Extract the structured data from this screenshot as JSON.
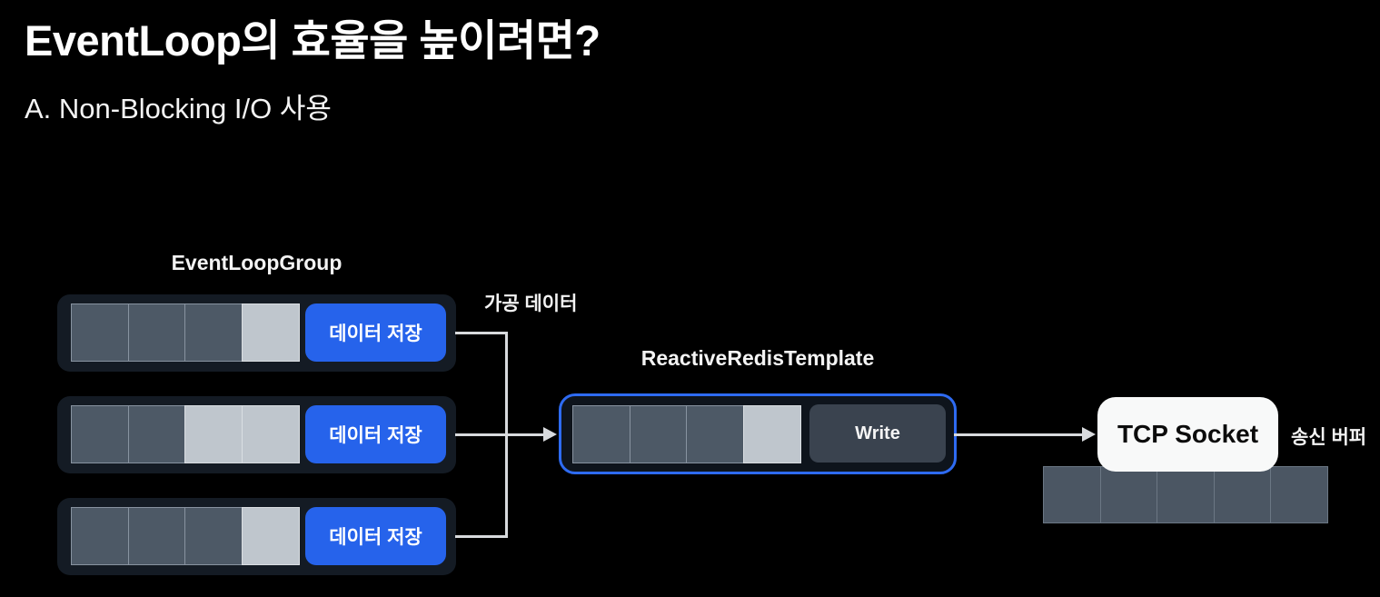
{
  "title": "EventLoop의 효율을 높이려면?",
  "subtitle": "A. Non-Blocking I/O 사용",
  "colors": {
    "background": "#000000",
    "accent_blue": "#2663eb",
    "box_border_blue": "#2e6bf2",
    "container_dark": "#141b24",
    "cell_busy": "#4d5966",
    "cell_free": "#bfc6cd",
    "write_button": "#3a434f",
    "tcp_box": "#f8f9f9",
    "connector": "#d8dadd"
  },
  "event_loop_group": {
    "label": "EventLoopGroup",
    "rows": [
      {
        "cells": [
          "busy",
          "busy",
          "busy",
          "free"
        ],
        "button_label": "데이터 저장"
      },
      {
        "cells": [
          "busy",
          "busy",
          "free",
          "free"
        ],
        "button_label": "데이터 저장"
      },
      {
        "cells": [
          "busy",
          "busy",
          "busy",
          "free"
        ],
        "button_label": "데이터 저장"
      }
    ]
  },
  "processed_data_label": "가공 데이터",
  "reactive_redis_template": {
    "label": "ReactiveRedisTemplate",
    "cells": [
      "busy",
      "busy",
      "busy",
      "free"
    ],
    "button_label": "Write"
  },
  "tcp_socket": {
    "label": "TCP Socket"
  },
  "send_buffer": {
    "label": "송신 버퍼",
    "cells": [
      "busy",
      "busy",
      "busy",
      "busy",
      "busy"
    ]
  }
}
